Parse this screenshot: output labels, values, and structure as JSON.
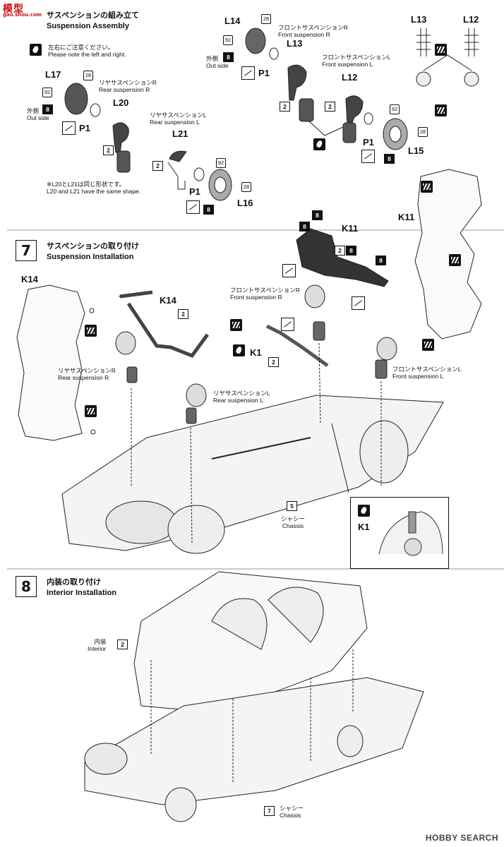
{
  "watermark": {
    "brand": "模型",
    "site": "gao.shou.com",
    "search_logo": "HOBBY SEARCH"
  },
  "step6": {
    "title_jp": "サスペンションの組み立て",
    "title_en": "Suspension Assembly",
    "note_jp": "左右にご注意ください。",
    "note_en": "Please note the left and right.",
    "same_shape_jp": "※L20とL21は同じ形状です。",
    "same_shape_en": "L20 and L21 have the same shape.",
    "out_side_jp": "外側",
    "out_side_en": "Out side",
    "rear_r_jp": "リヤサスペンションR",
    "rear_r_en": "Rear suspension R",
    "rear_l_jp": "リヤサスペンションL",
    "rear_l_en": "Rear suspension L",
    "front_r_jp": "フロントサスペンションR",
    "front_r_en": "Front suspension R",
    "front_l_jp": "フロントサスペンションL",
    "front_l_en": "Front suspension L",
    "parts": {
      "L17": "L17",
      "L20": "L20",
      "L21": "L21",
      "L16": "L16",
      "L14": "L14",
      "L13": "L13",
      "L12": "L12",
      "L15": "L15",
      "P1": "P1"
    },
    "codes": {
      "c92": "92",
      "c28": "28",
      "c8": "8",
      "c2": "2"
    }
  },
  "step7": {
    "number": "7",
    "title_jp": "サスペンションの取り付け",
    "title_en": "Suspension Installation",
    "parts": {
      "K14": "K14",
      "K11": "K11",
      "K1": "K1"
    },
    "rear_r_jp": "リヤサスペンションR",
    "rear_r_en": "Rear suspension R",
    "rear_l_jp": "リヤサスペンションL",
    "rear_l_en": "Rear suspension L",
    "front_r_jp": "フロントサスペンションR",
    "front_r_en": "Front suspension R",
    "front_l_jp": "フロントサスペンションL",
    "front_l_en": "Front suspension L",
    "chassis_num": "5",
    "chassis_jp": "シャシー",
    "chassis_en": "Chassis",
    "codes": {
      "c8": "8",
      "c2": "2"
    }
  },
  "step8": {
    "number": "8",
    "title_jp": "内装の取り付け",
    "title_en": "Interior Installation",
    "interior_jp": "内装",
    "interior_en": "Interior",
    "interior_num": "2",
    "chassis_num": "7",
    "chassis_jp": "シャシー",
    "chassis_en": "Chassis"
  }
}
